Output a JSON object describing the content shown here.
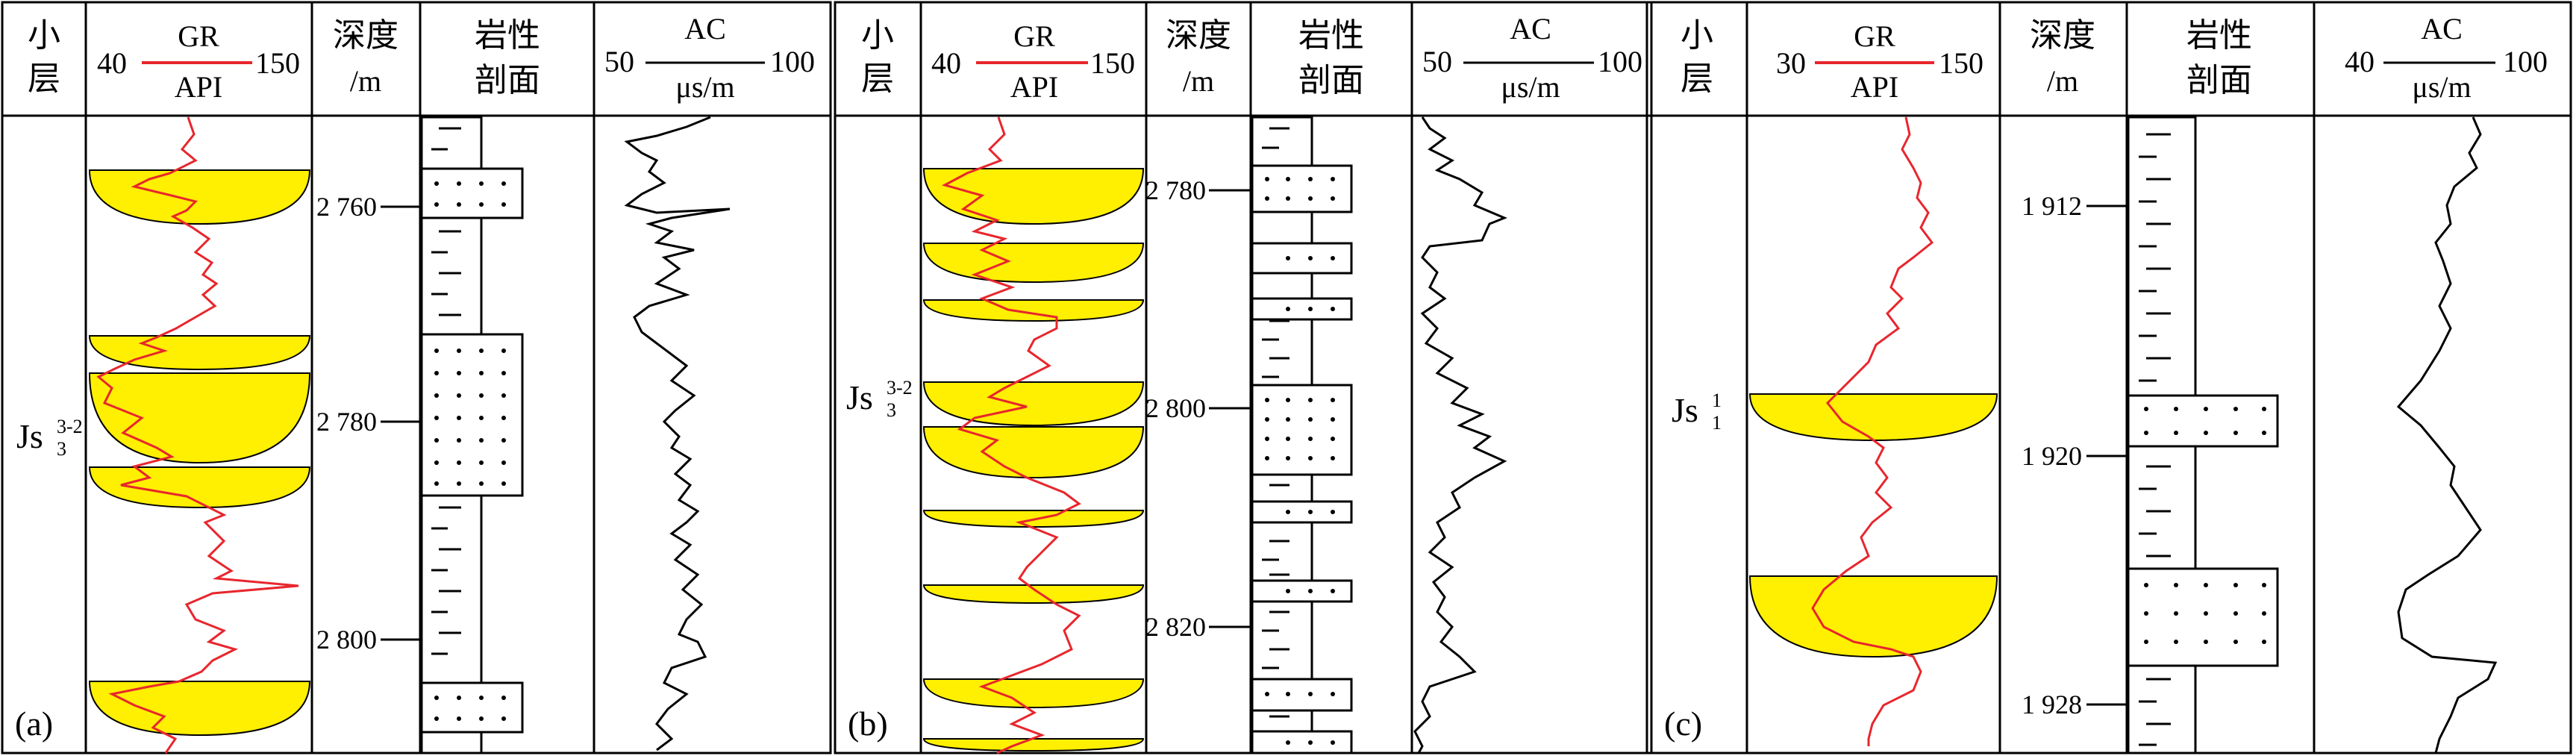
{
  "colors": {
    "gr_curve": "#e8262d",
    "sand_fill": "#ffef00",
    "ink": "#000000"
  },
  "headers": {
    "zone": [
      "小",
      "层"
    ],
    "gr_name": "GR",
    "gr_unit": "API",
    "depth": [
      "深度",
      "/m"
    ],
    "litho": [
      "岩性",
      "剖面"
    ],
    "ac_name": "AC",
    "ac_unit": "μs/m"
  },
  "panels": [
    {
      "label": "(a)",
      "zone": {
        "base": "Js",
        "sup": "3-2",
        "sub": "3"
      },
      "gr_min": "40",
      "gr_max": "150",
      "ac_min": "50",
      "ac_max": "100",
      "depth_ticks": [
        "2 760",
        "2 780",
        "2 800"
      ],
      "sand_bodies": 5,
      "sand_beds": 3
    },
    {
      "label": "(b)",
      "zone": {
        "base": "Js",
        "sup": "3-2",
        "sub": "3"
      },
      "gr_min": "40",
      "gr_max": "150",
      "ac_min": "50",
      "ac_max": "100",
      "depth_ticks": [
        "2 780",
        "2 800",
        "2 820"
      ],
      "sand_bodies": 9,
      "sand_beds": 8
    },
    {
      "label": "(c)",
      "zone": {
        "base": "Js",
        "sup": "1",
        "sub": "1"
      },
      "gr_min": "30",
      "gr_max": "150",
      "ac_min": "40",
      "ac_max": "100",
      "depth_ticks": [
        "1 912",
        "1 920",
        "1 928"
      ],
      "sand_bodies": 2,
      "sand_beds": 2
    }
  ]
}
